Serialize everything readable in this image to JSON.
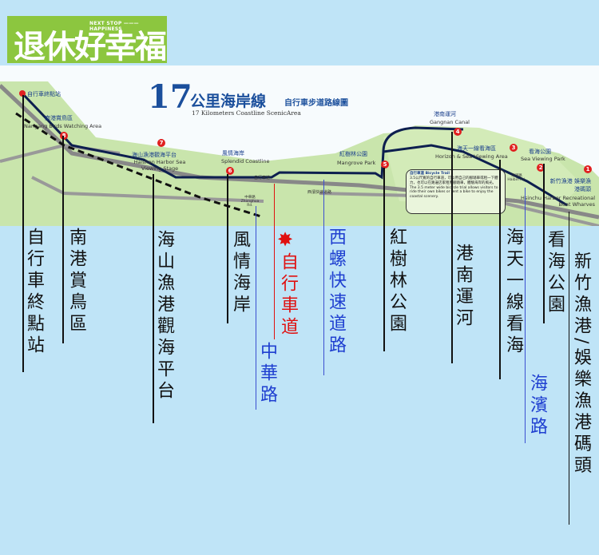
{
  "logo": {
    "main": "退休好幸福",
    "tagline": "NEXT STOP ——— HAPPINESS"
  },
  "map": {
    "title_number": "17",
    "title_zh": "公里海岸線",
    "title_sub": "自行車步道路線圖",
    "title_en": "17 Kilometers Coastline ScenicArea",
    "points": [
      {
        "num": "",
        "zh": "自行車終點站",
        "en": ""
      },
      {
        "num": "8",
        "zh": "南港賞鳥區",
        "en": "Nangang Birds Watching Area"
      },
      {
        "num": "7",
        "zh": "海山漁港觀海平台",
        "en": "Haishan Harbor Sea Viewing Stage"
      },
      {
        "num": "6",
        "zh": "風情海岸",
        "en": "Splendid Coastline"
      },
      {
        "num": "5",
        "zh": "紅樹林公園",
        "en": "Mangrove Park"
      },
      {
        "num": "4",
        "zh": "港南運河",
        "en": "Gangnan Canal"
      },
      {
        "num": "3",
        "zh": "海天一線看海區",
        "en": "Horizon & Sea Viewing Area"
      },
      {
        "num": "2",
        "zh": "看海公園",
        "en": "Sea Viewing Park"
      },
      {
        "num": "1",
        "zh": "新竹漁港 娛樂漁港碼頭",
        "en": "Hsinchu Harbor Recreational Boat Wharves"
      }
    ],
    "roads": {
      "bike": "自行車道",
      "zhonghua": "中華路 Zhonghua Rd.",
      "xiluo": "西濱快速道路",
      "haibin": "海濱路 Haibin Rd."
    },
    "infobox": {
      "title": "自行車道 Bicycle Trail",
      "zh": "3.5公尺寬的自行車道，可以用自己的腳踏車或租一下體力，也可以在路邊店家租用腳踏車，體驗海岸的風光。",
      "en": "The 3.5 meter wide bicycle trial allows visitors to ride their own bikes or rent a bike to enjoy the coastal scenery."
    }
  },
  "labels": {
    "terminal": "自行車終點站",
    "nangang": "南港賞鳥區",
    "haishan": "海山漁港觀海平台",
    "fengqing": "風情海岸",
    "zhonghua": "中華路",
    "bike": "自行車道",
    "xiluo": "西螺快速道路",
    "mangrove": "紅樹林公園",
    "canal": "港南運河",
    "horizon": "海天一線看海",
    "haibin": "海濱路",
    "seapark": "看海公園",
    "harbor": "新竹漁港/娛樂漁港碼頭"
  },
  "colors": {
    "logo": "#8cc63f",
    "route": "#0d1f4f",
    "marker": "#e02020",
    "background": "#bfe4f7",
    "blue_label": "#1f3fd0",
    "red_label": "#e01010"
  }
}
